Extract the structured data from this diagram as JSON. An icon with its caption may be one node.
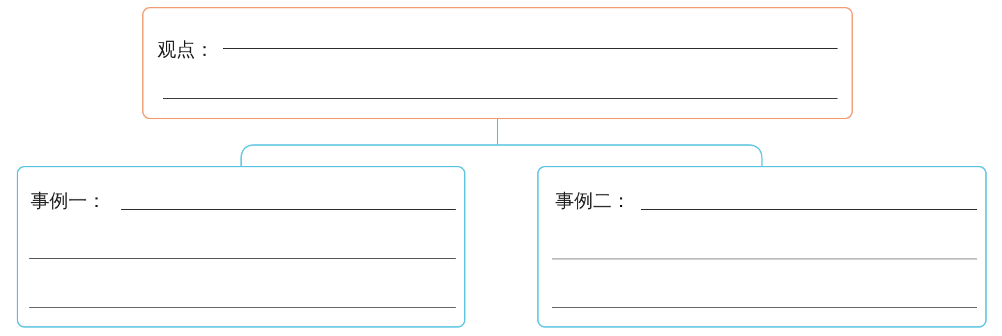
{
  "diagram": {
    "nodes": [
      {
        "text": [
          "观点："
        ]
      },
      {
        "text": [
          "事例一："
        ]
      },
      {
        "text": [
          "事例二："
        ]
      }
    ],
    "edges": [
      {
        "from": 0,
        "to": 1,
        "arrow": "none"
      },
      {
        "from": 0,
        "to": 2,
        "arrow": "none"
      }
    ]
  }
}
